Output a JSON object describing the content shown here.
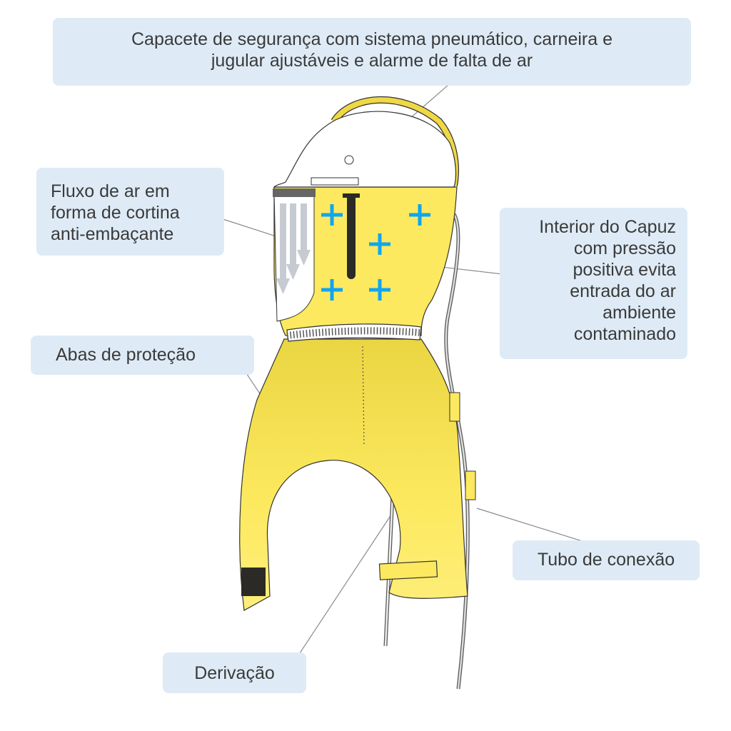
{
  "labels": {
    "helmet": "Capacete de segurança com sistema pneumático, carneira e jugular ajustáveis e alarme de falta de ar",
    "helmet_line1": "Capacete de segurança com sistema pneumático, carneira e",
    "helmet_line2": "jugular ajustáveis e alarme de falta de ar",
    "airflow_line1": "Fluxo de ar em",
    "airflow_line2": "forma de cortina",
    "airflow_line3": "anti-embaçante",
    "interior_line1": "Interior do Capuz",
    "interior_line2": "com pressão",
    "interior_line3": "positiva evita",
    "interior_line4": "entrada do ar",
    "interior_line5": "ambiente",
    "interior_line6": "contaminado",
    "flaps": "Abas de proteção",
    "tube": "Tubo de conexão",
    "derivation": "Derivação"
  },
  "colors": {
    "label_bg": "#deebf6",
    "hood_yellow": "#fde95f",
    "hood_dark_yellow": "#e9d23f",
    "plus_blue": "#11a5ef",
    "arrow_gray": "#c5cbd1"
  }
}
